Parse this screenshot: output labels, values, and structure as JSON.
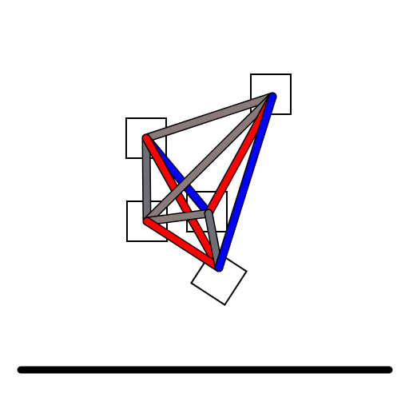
{
  "scene": {
    "background_color": "#ffffff",
    "ground": {
      "color": "#000000"
    },
    "nodes": [
      {
        "id": "top-right",
        "fill": "#ffffff",
        "stroke": "#000000"
      },
      {
        "id": "left-upper",
        "fill": "#ffffff",
        "stroke": "#000000"
      },
      {
        "id": "left-lower",
        "fill": "#ffffff",
        "stroke": "#000000"
      },
      {
        "id": "center",
        "fill": "#ffffff",
        "stroke": "#000000"
      },
      {
        "id": "bottom",
        "fill": "#ffffff",
        "stroke": "#000000"
      }
    ],
    "links": [
      {
        "from": "left-upper",
        "to": "top-right",
        "color": "#8a7b7b"
      },
      {
        "from": "left-upper",
        "to": "left-lower",
        "color": "#6e6e76"
      },
      {
        "from": "left-upper",
        "to": "center",
        "color": "#0000ff"
      },
      {
        "from": "left-upper",
        "to": "bottom",
        "color": "#ff0000"
      },
      {
        "from": "left-lower",
        "to": "top-right",
        "color": "#8a7b7b"
      },
      {
        "from": "left-lower",
        "to": "center",
        "color": "#8a7b7b"
      },
      {
        "from": "left-lower",
        "to": "bottom",
        "color": "#ff0000"
      },
      {
        "from": "center",
        "to": "top-right",
        "color": "#ff0000"
      },
      {
        "from": "center",
        "to": "bottom",
        "color": "#6e6e76"
      },
      {
        "from": "top-right",
        "to": "bottom",
        "color": "#0000ff"
      }
    ]
  }
}
